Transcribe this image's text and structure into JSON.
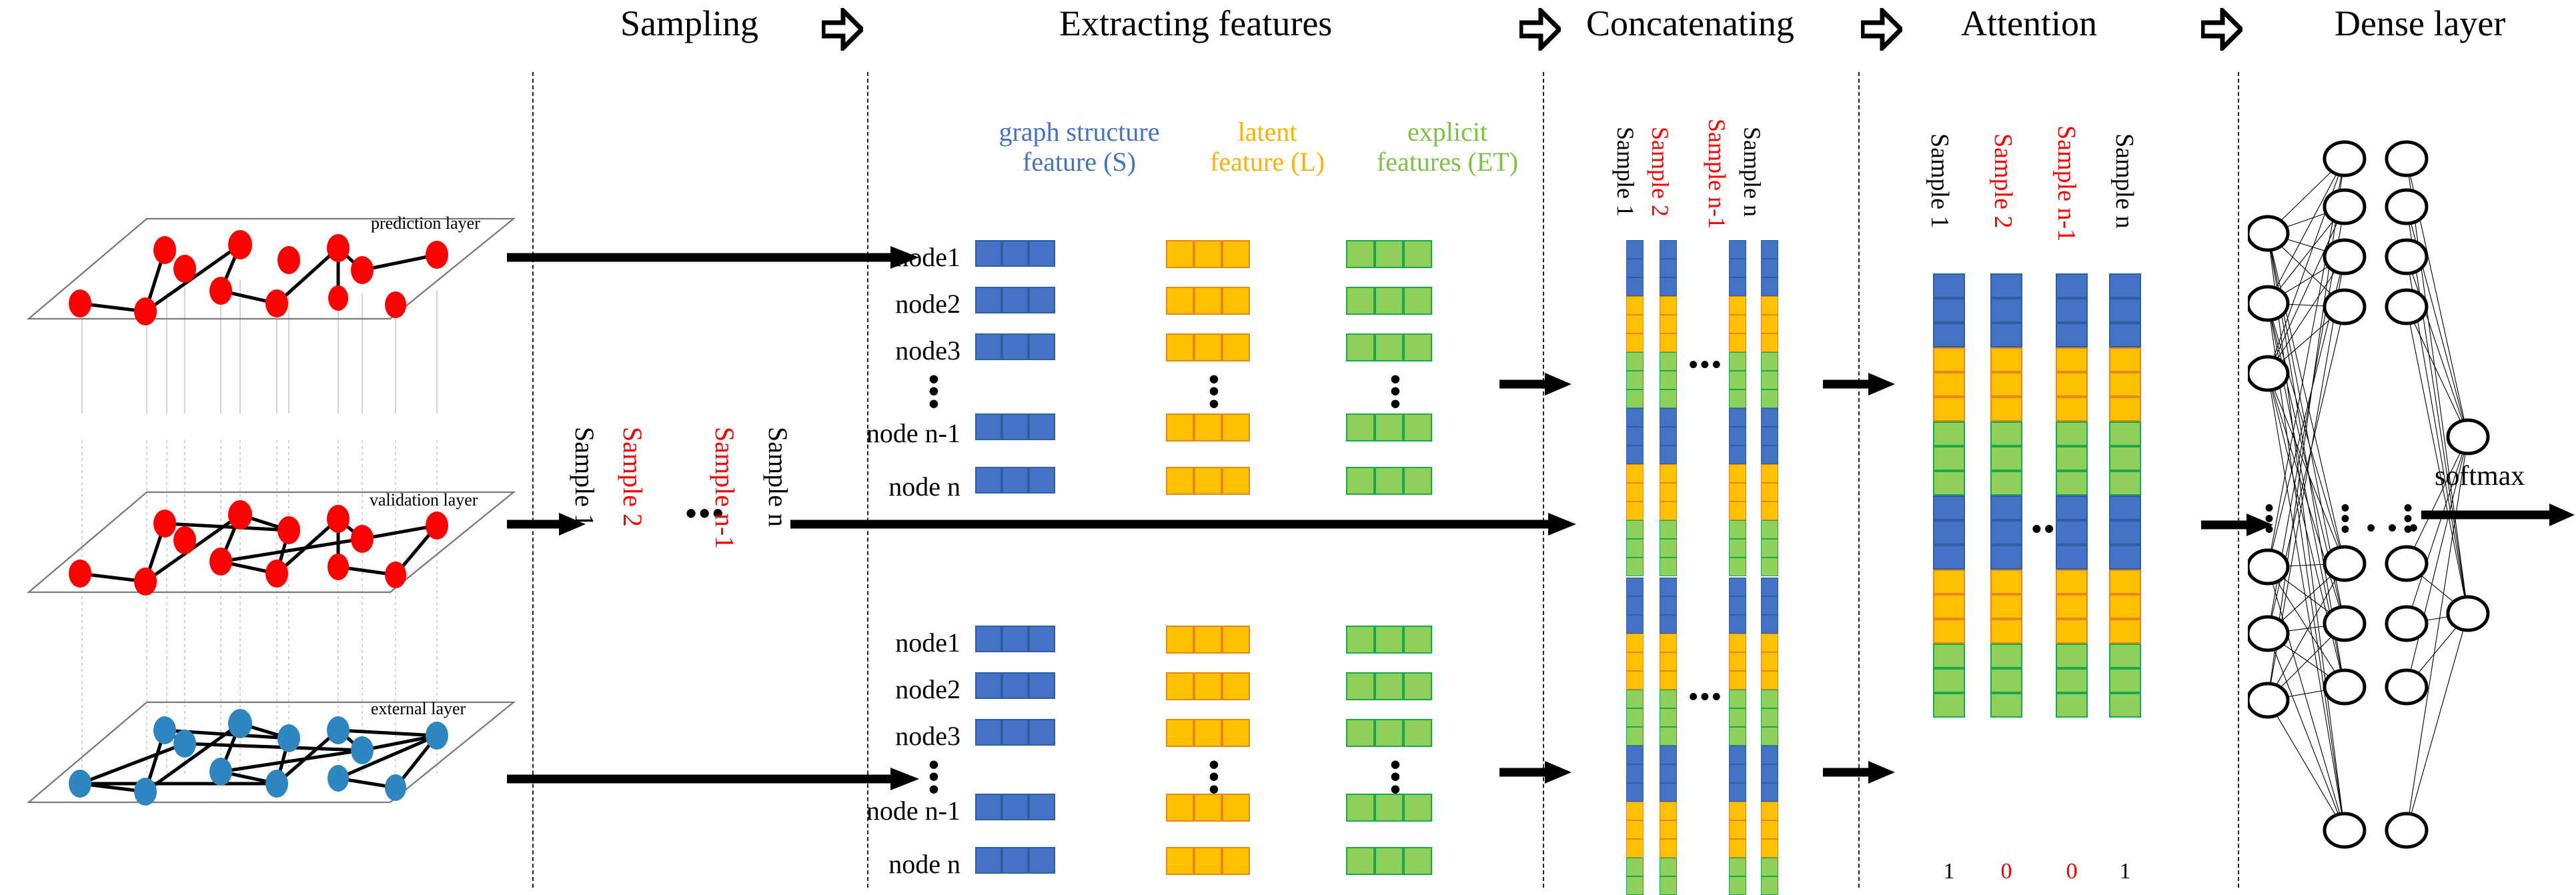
{
  "stages": [
    {
      "id": "sampling",
      "label": "Sampling"
    },
    {
      "id": "extracting",
      "label": "Extracting features"
    },
    {
      "id": "concatenating",
      "label": "Concatenating"
    },
    {
      "id": "attention",
      "label": "Attention"
    },
    {
      "id": "dense",
      "label": "Dense layer"
    }
  ],
  "layers": [
    {
      "id": "prediction",
      "label": "prediction layer",
      "node_color": "#ff0000"
    },
    {
      "id": "validation",
      "label": "validation layer",
      "node_color": "#ff0000"
    },
    {
      "id": "external",
      "label": "external layer",
      "node_color": "#2e86c1"
    }
  ],
  "sampling": {
    "samples": [
      {
        "label": "Sample 1",
        "color": "#000000"
      },
      {
        "label": "Sample 2",
        "color": "#ff0000"
      },
      {
        "label": "Sample n-1",
        "color": "#ff0000"
      },
      {
        "label": "Sample n",
        "color": "#000000"
      }
    ],
    "ellipsis": "•••"
  },
  "features": {
    "headers": [
      {
        "id": "S",
        "line1": "graph structure",
        "line2": "feature (S)",
        "color": "#4472c4"
      },
      {
        "id": "L",
        "line1": "latent",
        "line2": "feature (L)",
        "color": "#ffb300"
      },
      {
        "id": "ET",
        "line1": "explicit",
        "line2": "features (ET)",
        "color": "#7dc243"
      }
    ],
    "node_labels": [
      "node1",
      "node2",
      "node3",
      "node n-1",
      "node n"
    ],
    "vertical_ellipsis": "⋮",
    "cells_per_block": 3
  },
  "concatenating": {
    "samples": [
      {
        "label": "Sample 1",
        "color": "#000000"
      },
      {
        "label": "Sample 2",
        "color": "#ff0000"
      },
      {
        "label": "Sample n-1",
        "color": "#ff0000"
      },
      {
        "label": "Sample n",
        "color": "#000000"
      }
    ],
    "ellipsis": "•••",
    "segment_order": [
      "S",
      "L",
      "ET",
      "S",
      "L",
      "ET"
    ],
    "cells_per_segment": 3
  },
  "attention": {
    "samples": [
      {
        "label": "Sample 1",
        "color": "#000000"
      },
      {
        "label": "Sample 2",
        "color": "#ff0000"
      },
      {
        "label": "Sample n-1",
        "color": "#ff0000"
      },
      {
        "label": "Sample n",
        "color": "#000000"
      }
    ],
    "ellipsis": "•••",
    "segment_order": [
      "S",
      "L",
      "ET",
      "S",
      "L",
      "ET"
    ],
    "cells_per_segment": 3,
    "bits": [
      {
        "value": "1",
        "color": "#000000"
      },
      {
        "value": "0",
        "color": "#ff0000"
      },
      {
        "value": "0",
        "color": "#ff0000"
      },
      {
        "value": "1",
        "color": "#000000"
      }
    ]
  },
  "dense": {
    "output_label": "softmax",
    "vertical_ellipsis": "⋮",
    "horizontal_ellipsis": "• • •",
    "layer_sizes": [
      6,
      8,
      8,
      2
    ]
  },
  "palette": {
    "graph_structure": "#4472c4",
    "latent": "#ffc000",
    "explicit": "#8ed05a",
    "red_node": "#ff0000",
    "blue_node": "#2e86c1",
    "highlight_red": "#ff0000"
  }
}
